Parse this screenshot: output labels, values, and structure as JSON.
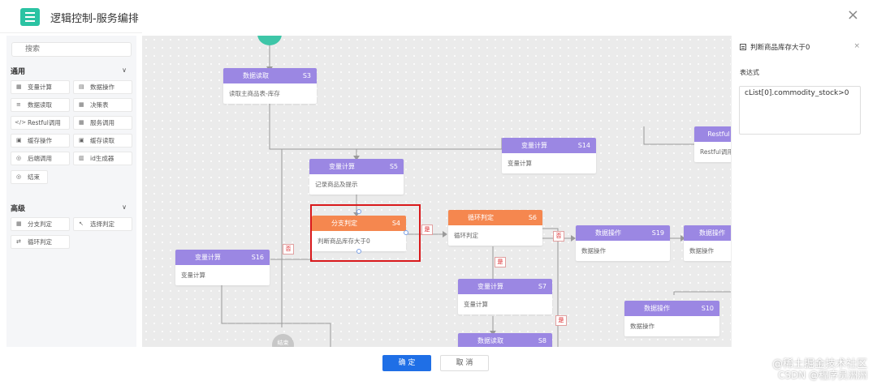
{
  "window": {
    "title": "逻辑控制-服务编排",
    "close": "×"
  },
  "sidebar": {
    "search_placeholder": "搜索",
    "groups": [
      {
        "title": "通用",
        "chevron": "∨",
        "items": [
          {
            "label": "变量计算",
            "icon": "grid-icon"
          },
          {
            "label": "数据操作",
            "icon": "table-icon"
          },
          {
            "label": "数据读取",
            "icon": "database-icon"
          },
          {
            "label": "决策表",
            "icon": "grid-icon"
          },
          {
            "label": "Restful调用",
            "icon": "code-icon"
          },
          {
            "label": "服务调用",
            "icon": "grid-icon"
          },
          {
            "label": "缓存操作",
            "icon": "cache-icon"
          },
          {
            "label": "缓存读取",
            "icon": "cache-icon"
          },
          {
            "label": "后端调用",
            "icon": "circle-icon"
          },
          {
            "label": "id生成器",
            "icon": "id-icon"
          },
          {
            "label": "结束",
            "icon": "end-icon"
          }
        ]
      },
      {
        "title": "高级",
        "chevron": "∨",
        "items": [
          {
            "label": "分支判定",
            "icon": "branch-icon"
          },
          {
            "label": "选择判定",
            "icon": "select-icon"
          },
          {
            "label": "循环判定",
            "icon": "loop-icon"
          }
        ]
      }
    ]
  },
  "canvas": {
    "nodes": [
      {
        "title": "数据读取",
        "id": "S3",
        "body": "读取主商品表-库存",
        "color": "#9b87e3"
      },
      {
        "title": "变量计算",
        "id": "S14",
        "body": "变量计算",
        "color": "#9b87e3"
      },
      {
        "title": "Restful",
        "id": "",
        "body": "Restful调用",
        "color": "#9b87e3"
      },
      {
        "title": "变量计算",
        "id": "S5",
        "body": "记录商品及提示",
        "color": "#9b87e3"
      },
      {
        "title": "分支判定",
        "id": "S4",
        "body": "判断商品库存大于0",
        "color": "#f5874f"
      },
      {
        "title": "循环判定",
        "id": "S6",
        "body": "循环判定",
        "color": "#f5874f"
      },
      {
        "title": "数据操作",
        "id": "S19",
        "body": "数据操作",
        "color": "#9b87e3"
      },
      {
        "title": "数据操作",
        "id": "",
        "body": "数据操作",
        "color": "#9b87e3"
      },
      {
        "title": "变量计算",
        "id": "S16",
        "body": "变量计算",
        "color": "#9b87e3"
      },
      {
        "title": "变量计算",
        "id": "S7",
        "body": "变量计算",
        "color": "#9b87e3"
      },
      {
        "title": "数据操作",
        "id": "S10",
        "body": "数据操作",
        "color": "#9b87e3"
      },
      {
        "title": "数据读取",
        "id": "S8",
        "body": "",
        "color": "#9b87e3"
      }
    ],
    "badges": {
      "yes": "是",
      "no": "否"
    },
    "end_label": "结束"
  },
  "panel": {
    "title": "判断商品库存大于0",
    "close": "×",
    "expression_label": "表达式",
    "expression_value": "cList[0].commodity_stock>0"
  },
  "footer": {
    "ok_label": "确 定",
    "cancel_label": "取 消"
  },
  "watermark": {
    "line1": "@稀土掘金技术社区",
    "line2": "CSDN @程序员洲洲"
  },
  "colors": {
    "accent": "#1f6fe6",
    "node_purple": "#9b87e3",
    "node_orange": "#f5874f",
    "selection": "#d9191c",
    "logo": "#2bc3a3"
  }
}
